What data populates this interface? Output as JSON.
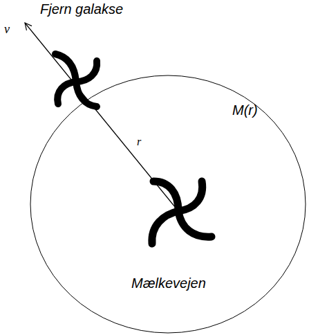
{
  "diagram": {
    "nodes": [
      {
        "text": [
          "M(r)"
        ]
      }
    ],
    "labels": [
      "Fjern galakse",
      "v",
      "r",
      "Mælkevejen"
    ]
  }
}
